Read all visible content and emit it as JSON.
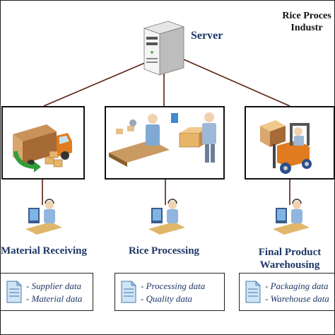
{
  "title": {
    "line1": "Rice Proces",
    "line2": "Industr"
  },
  "server": {
    "label": "Server",
    "icon": "server-tower-icon"
  },
  "stages": [
    {
      "label_line1": "Material Receiving",
      "label_line2": "",
      "illustration": "delivery-truck-icon",
      "data": [
        "- Supplier data",
        "- Material data"
      ]
    },
    {
      "label_line1": "Rice Processing",
      "label_line2": "",
      "illustration": "assembly-line-icon",
      "data": [
        "- Processing data",
        "- Quality data"
      ]
    },
    {
      "label_line1": "Final Product",
      "label_line2": "Warehousing",
      "illustration": "forklift-icon",
      "data": [
        "- Packaging data",
        "- Warehouse data"
      ]
    }
  ],
  "colors": {
    "label_text": "#1f3766",
    "connector": "#5a1f12",
    "frame": "#111111"
  }
}
